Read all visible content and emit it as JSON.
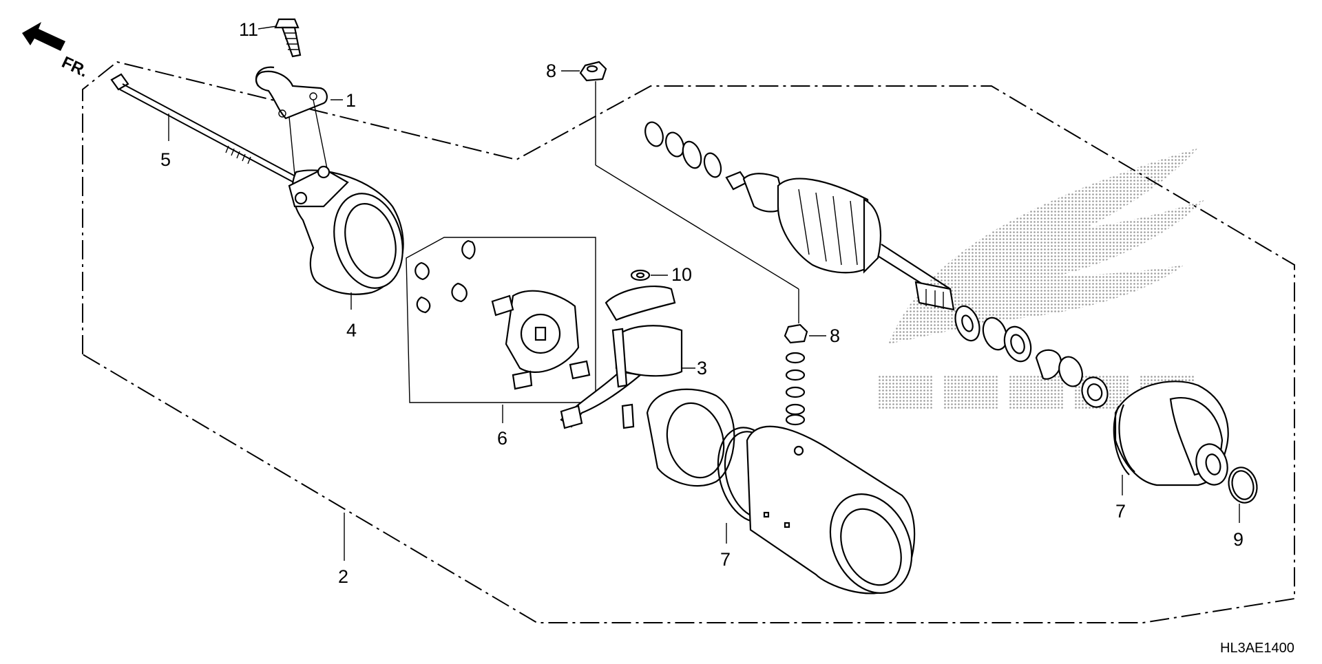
{
  "diagram": {
    "drawing_code": "HL3AE1400",
    "front_marker": "FR.",
    "callouts": {
      "c1": "1",
      "c2": "2",
      "c3": "3",
      "c4": "4",
      "c5": "5",
      "c6": "6",
      "c7a": "7",
      "c7b": "7",
      "c8a": "8",
      "c8b": "8",
      "c9": "9",
      "c10": "10",
      "c11": "11"
    }
  }
}
